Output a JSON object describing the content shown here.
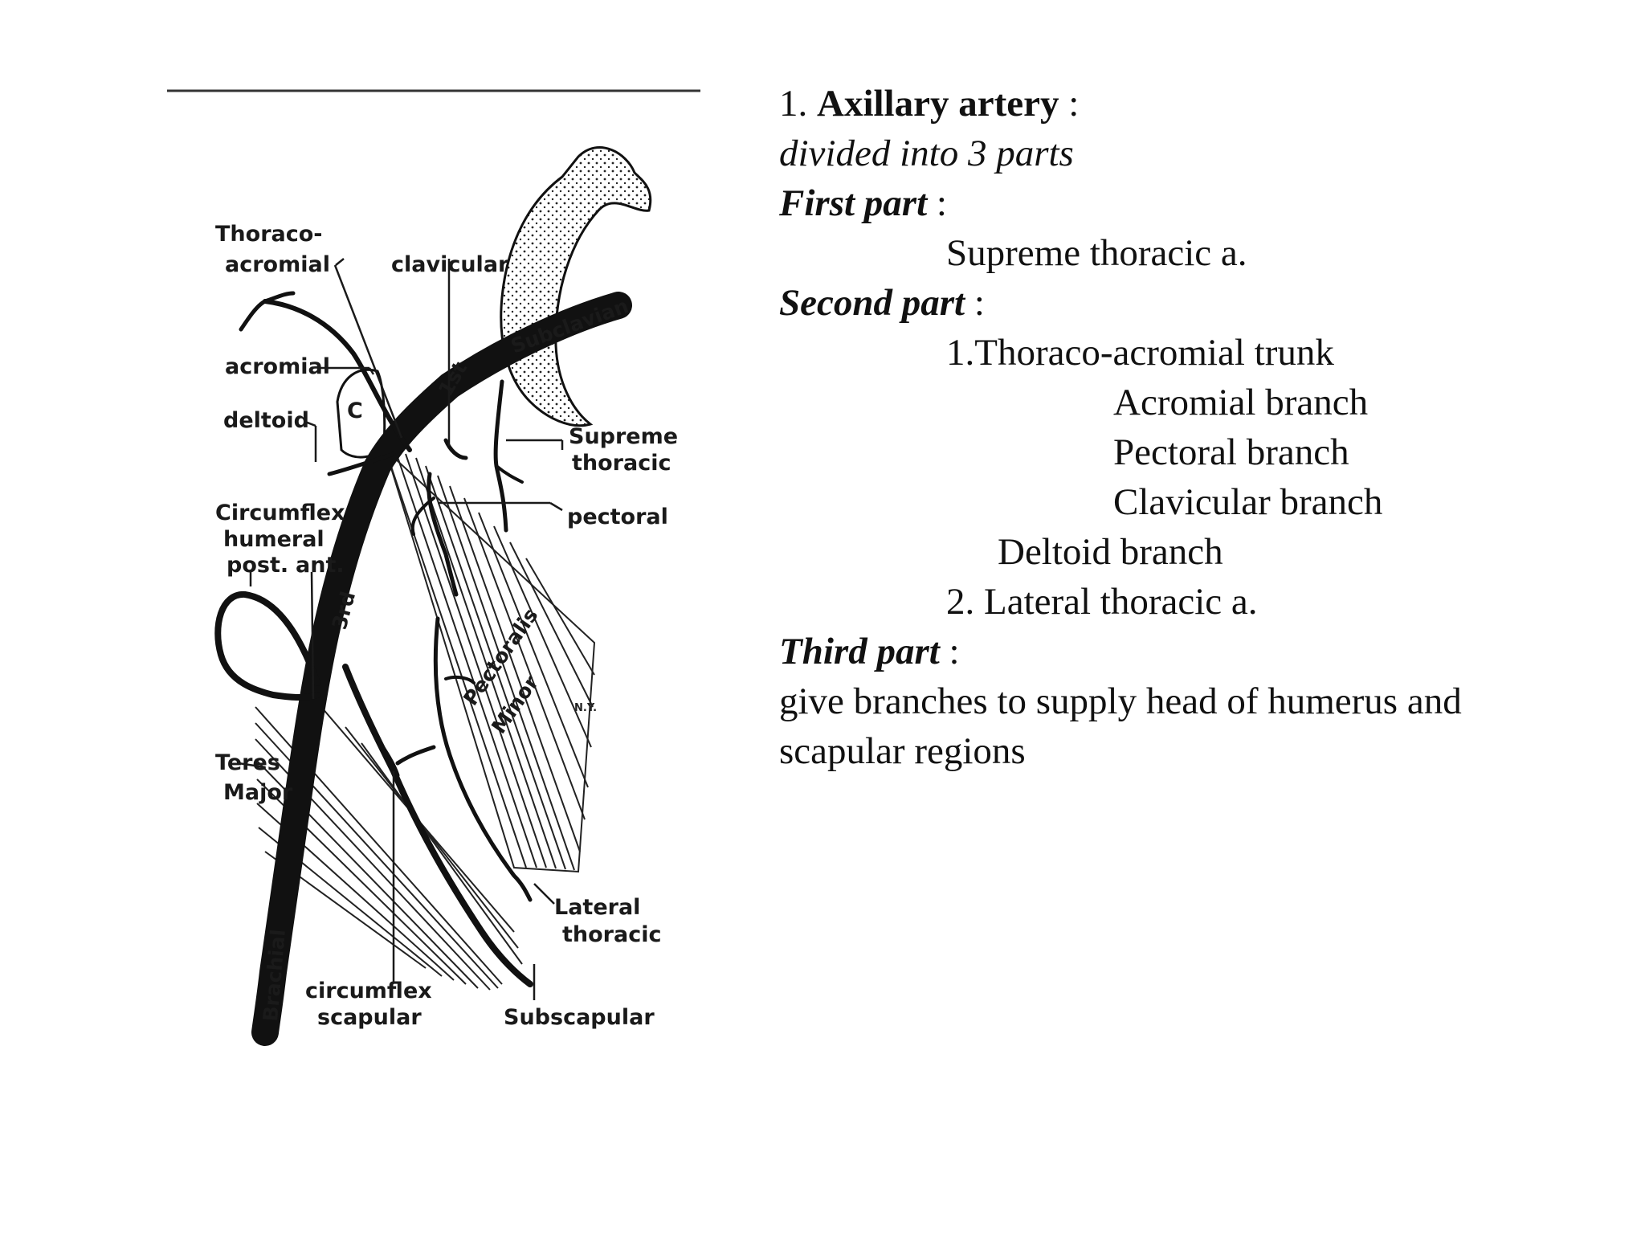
{
  "diagram": {
    "labels": {
      "thoraco_1": "Thoraco-",
      "thoraco_2": "acromial",
      "clavicular": "clavicular",
      "subclavian": "Subclavian",
      "first": "1st",
      "acromial": "acromial",
      "c": "C",
      "deltoid": "deltoid",
      "supreme_1": "Supreme",
      "supreme_2": "thoracic",
      "pectoral": "pectoral",
      "circumflex_1": "Circumflex",
      "circumflex_2": "humeral",
      "circumflex_post": "post.",
      "circumflex_ant": "ant.",
      "third": "3rd",
      "pectoralis": "Pectoralis",
      "minor": "Minor",
      "initials": "N.Y.",
      "teres_1": "Teres",
      "teres_2": "Major",
      "lateral_1": "Lateral",
      "lateral_2": "thoracic",
      "brachial": "Brachial",
      "scapular_1": "circumflex",
      "scapular_2": "scapular",
      "subscapular": "Subscapular"
    }
  },
  "notes": {
    "heading_num": "1.",
    "heading_title": "Axillary artery",
    "heading_colon": " :",
    "subtitle": "divided into 3 parts",
    "first_part": "First part",
    "first_colon": "  :",
    "first_item": "Supreme thoracic a.",
    "second_part": "Second part",
    "second_colon": "  :",
    "second_item_1": "1.Thoraco-acromial trunk",
    "branch_acromial": "Acromial branch",
    "branch_pectoral": "Pectoral branch",
    "branch_clavicular": "Clavicular branch",
    "branch_deltoid": "Deltoid branch",
    "second_item_2": "2. Lateral thoracic a.",
    "third_part": "Third part",
    "third_colon": " :",
    "third_text": " give branches to supply head of humerus and scapular regions"
  }
}
